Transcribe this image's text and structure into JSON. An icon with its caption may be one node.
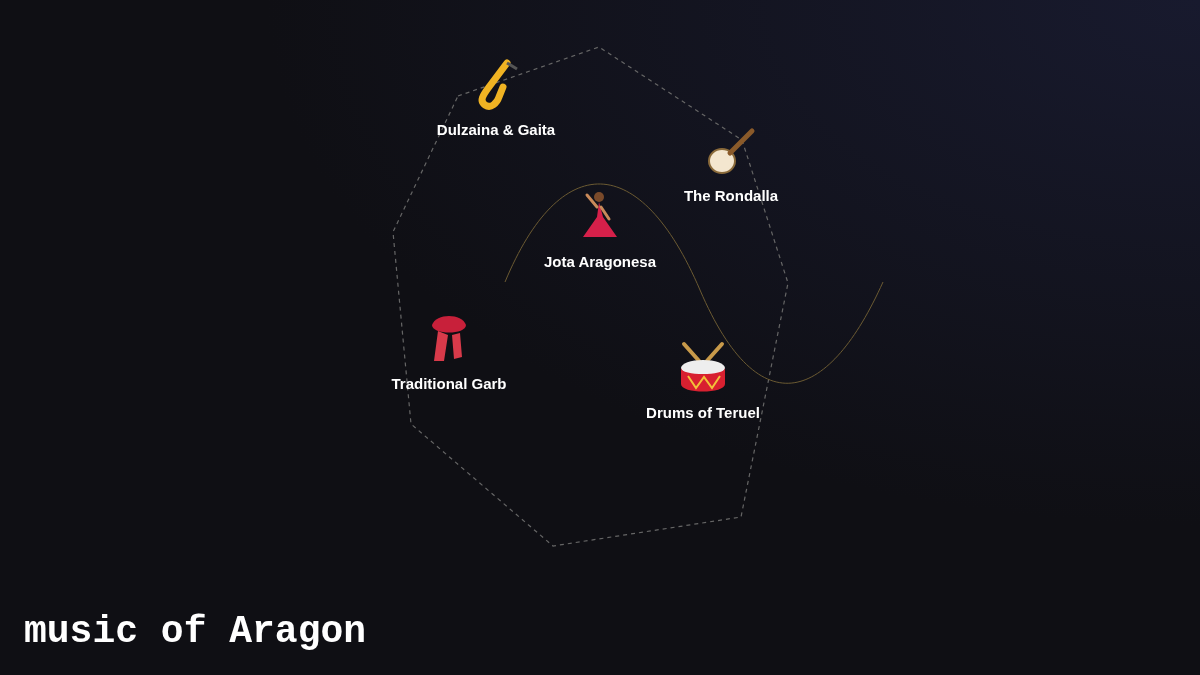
{
  "diagram": {
    "title": "music of Aragon",
    "nodes": [
      {
        "text": [
          "Dulzaina & Gaita"
        ]
      },
      {
        "text": [
          "The Rondalla"
        ]
      },
      {
        "text": [
          "Jota Aragonesa"
        ]
      },
      {
        "text": [
          "Traditional Garb"
        ]
      },
      {
        "text": [
          "Drums of Teruel"
        ]
      }
    ],
    "edges": []
  }
}
